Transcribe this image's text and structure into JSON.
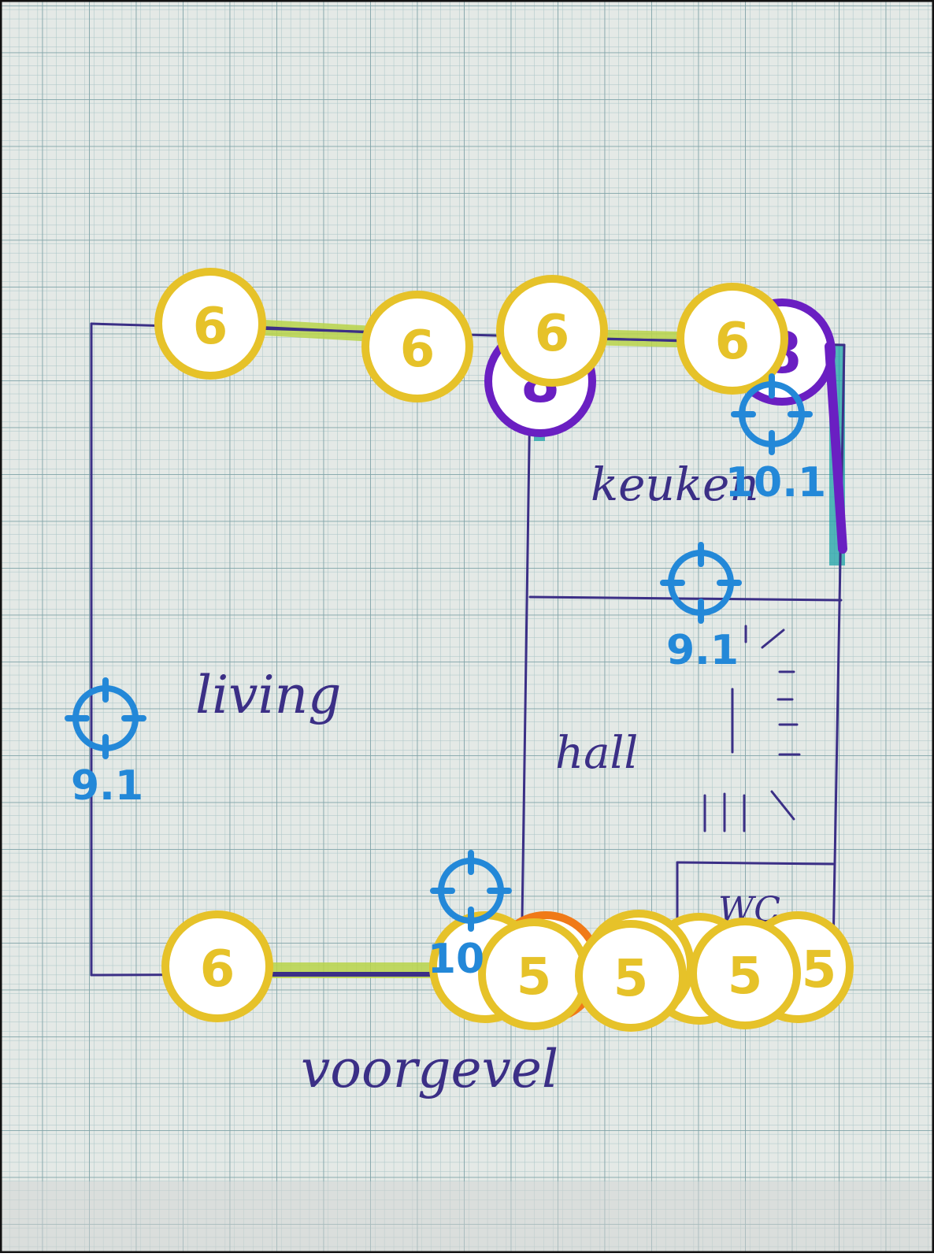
{
  "rooms": {
    "living": "living",
    "keuken": "keuken",
    "hall": "hall",
    "wc": "WC"
  },
  "facade_label": "voorgevel",
  "markers": {
    "six": "6",
    "five": "5",
    "eight": "8"
  },
  "targets": {
    "left": "9.1",
    "hall": "9.1",
    "kitchen": "10.1",
    "bottom": "10"
  },
  "colors": {
    "paper": "#e4e9e6",
    "grid_fine": "#a9c4c6",
    "grid_bold": "#7fa3a8",
    "ink": "#3b2f86",
    "badge_fill": "#ffffff",
    "badge_yellow": "#e6c229",
    "badge_purple": "#6a1fc2",
    "badge_orange": "#f07a18",
    "target_blue": "#2388d8",
    "highlight_green": "#b9d54a",
    "highlight_teal": "#1fa3a8"
  }
}
